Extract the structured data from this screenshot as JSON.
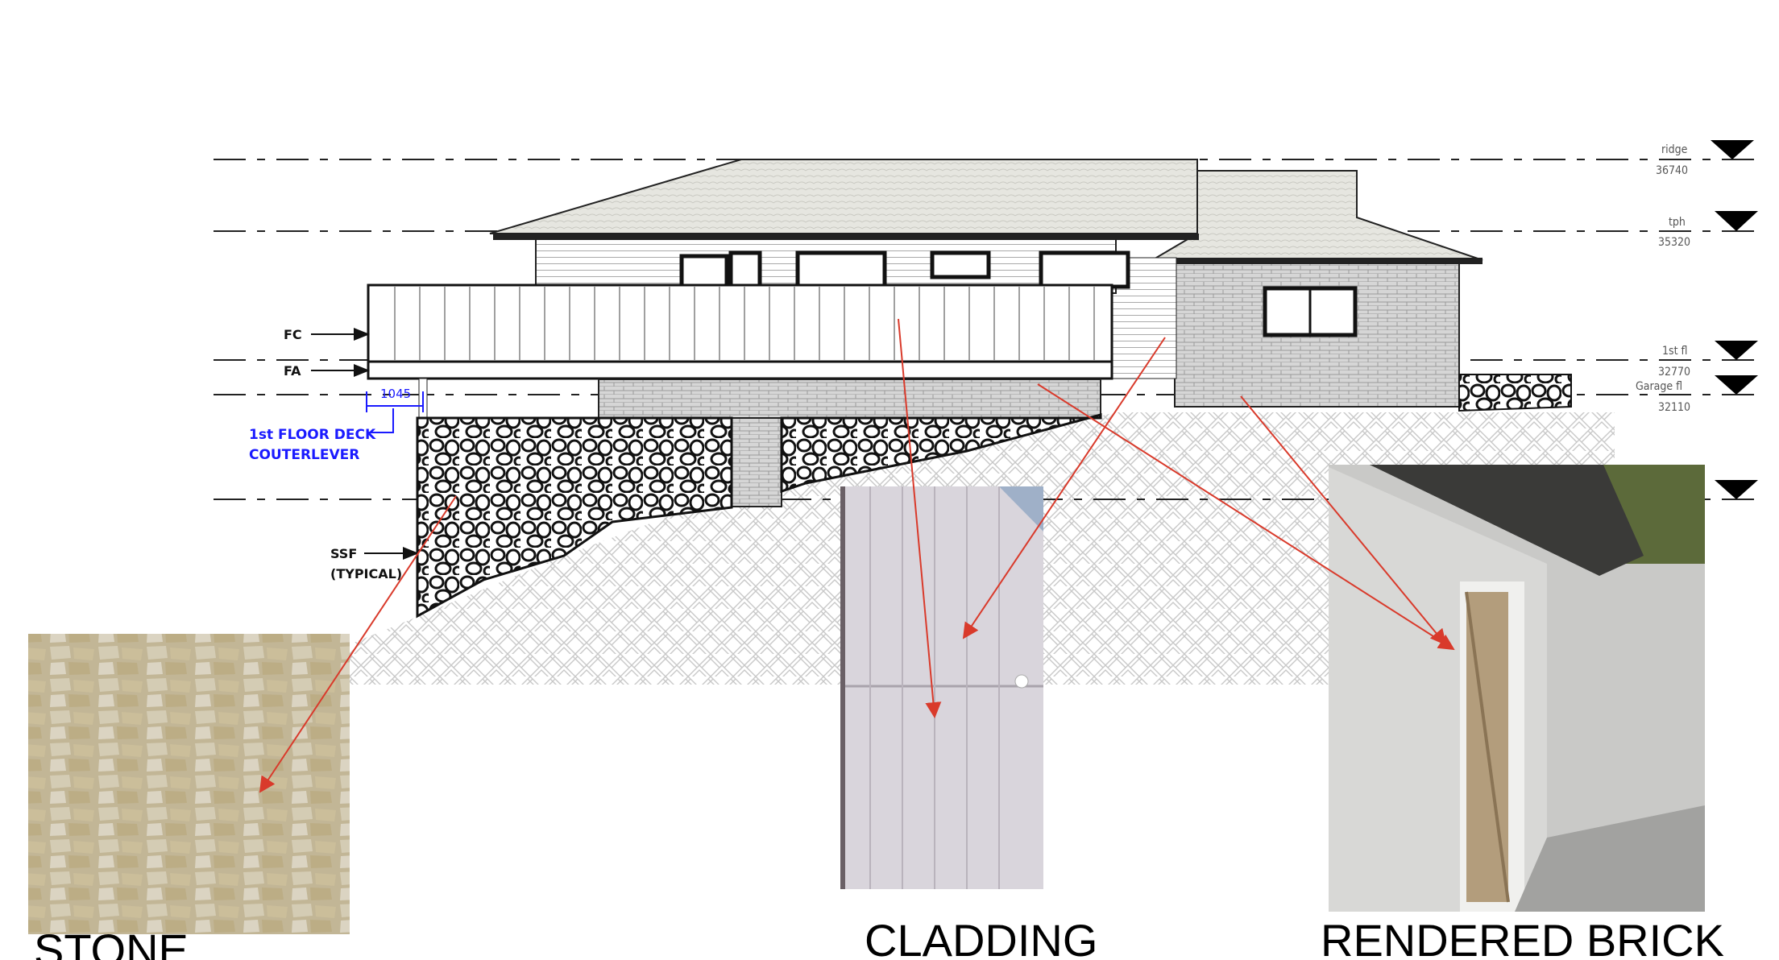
{
  "levels": [
    {
      "name": "ridge",
      "value": "36740"
    },
    {
      "name": "tph",
      "value": "35320"
    },
    {
      "name": "1st fl",
      "value": "32770"
    },
    {
      "name": "Garage fl",
      "value": "32110"
    }
  ],
  "callouts": {
    "fc": "FC",
    "fa": "FA",
    "ssf_line1": "SSF",
    "ssf_line2": "(TYPICAL)",
    "dimension": "1045",
    "deck_line1": "1st FLOOR DECK",
    "deck_line2": "COUTERLEVER"
  },
  "materials": [
    {
      "label": "STONE"
    },
    {
      "label": "CLADDING"
    },
    {
      "label": "RENDERED BRICK"
    }
  ],
  "colors": {
    "arrow": "#d93a2b",
    "annotation": "#1a1aff"
  }
}
